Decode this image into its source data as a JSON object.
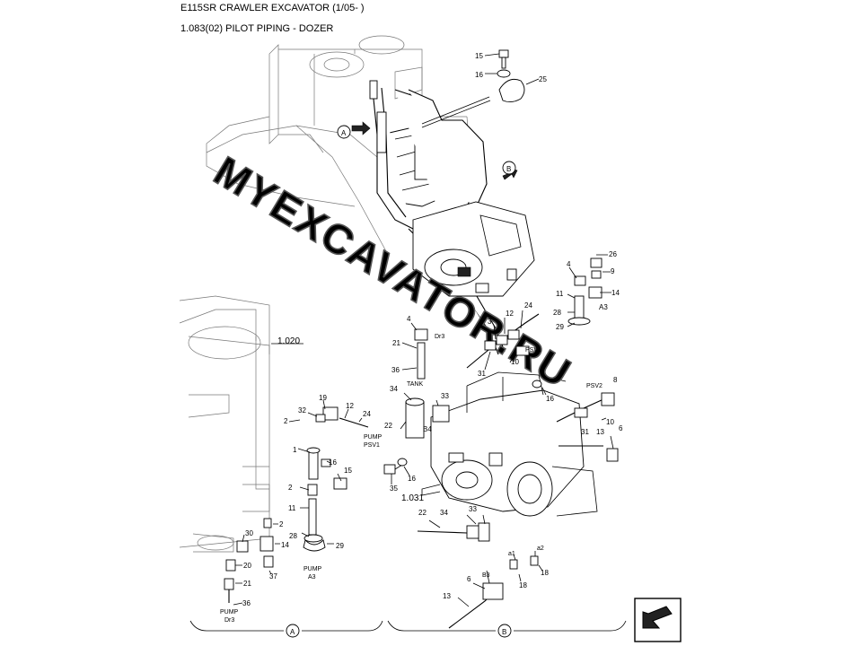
{
  "header": {
    "title": "E115SR CRAWLER EXCAVATOR (1/05- )",
    "subtitle": "1.083(02) PILOT PIPING - DOZER"
  },
  "watermark": "MYEXCAVATOR.RU",
  "view_labels": {
    "a": "A",
    "b": "B"
  },
  "refs": {
    "r1020": "1.020",
    "r1031": "1.031"
  },
  "port_labels": {
    "dr3": "Dr3",
    "tank": "TANK",
    "b4": "B4",
    "pump_psv1_1": "PUMP",
    "pump_psv1_2": "PSV1",
    "pump_a3_1": "PUMP",
    "pump_a3_2": "A3",
    "pump_dr3_1": "PUMP",
    "pump_dr3_2": "Dr3",
    "psv1": "PSV1",
    "psv2": "PSV2",
    "a3": "A3",
    "b3": "B3",
    "a1": "a1",
    "a2": "a2"
  },
  "callouts": {
    "c15a": "15",
    "c16a": "16",
    "c25": "25",
    "c26": "26",
    "c4a": "4",
    "c9": "9",
    "c11a": "11",
    "c14a": "14",
    "c28a": "28",
    "c29a": "29",
    "c4b": "4",
    "c21a": "21",
    "c36a": "36",
    "c3": "3",
    "c12a": "12",
    "c24a": "24",
    "c31a": "31",
    "c10a": "10",
    "c34a": "34",
    "c33a": "33",
    "c22a": "22",
    "c35": "35",
    "c16b": "16",
    "c16c": "16",
    "c8": "8",
    "c10b": "10",
    "c6a": "6",
    "c31b": "31",
    "c13a": "13",
    "c19": "19",
    "c32": "32",
    "c12b": "12",
    "c24b": "24",
    "c2a": "2",
    "c1": "1",
    "c16d": "16",
    "c15b": "15",
    "c2b": "2",
    "c11b": "11",
    "c28b": "28",
    "c29b": "29",
    "c2c": "2",
    "c30": "30",
    "c14b": "14",
    "c20": "20",
    "c37": "37",
    "c21b": "21",
    "c36b": "36",
    "c22b": "22",
    "c34b": "34",
    "c33b": "33",
    "c18a": "18",
    "c18b": "18",
    "c6b": "6",
    "c13b": "13"
  },
  "icons": [
    "return-arrow-icon"
  ]
}
